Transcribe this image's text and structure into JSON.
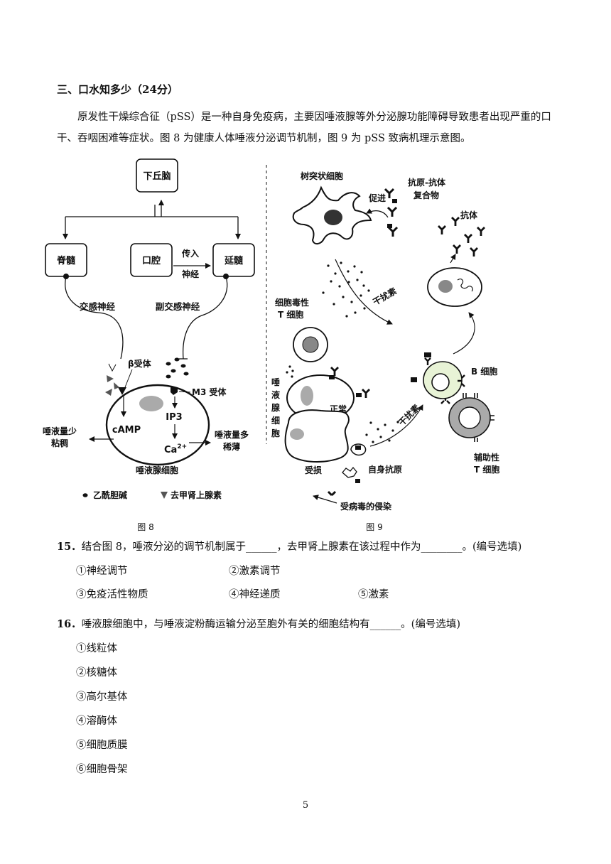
{
  "section": {
    "title": "三、口水知多少（24分）"
  },
  "intro": {
    "text": "原发性干燥综合征（pSS）是一种自身免疫病，主要因唾液腺等外分泌腺功能障碍导致患者出现严重的口干、吞咽困难等症状。图 8 为健康人体唾液分泌调节机制，图 9 为 pSS 致病机理示意图。"
  },
  "fig8": {
    "hypothalamus": "下丘脑",
    "spinal_cord": "脊髓",
    "oral_cavity": "口腔",
    "medulla": "延髓",
    "afferent_line1": "传入",
    "afferent_line2": "神经",
    "sympathetic": "交感神经",
    "parasympathetic": "副交感神经",
    "beta_receptor": "β受体",
    "m3_receptor": "M3 受体",
    "camp": "cAMP",
    "ip3": "IP3",
    "ca": "Ca",
    "ca_sup": "2+",
    "less_line1": "唾液量少",
    "less_line2": "粘稠",
    "more_line1": "唾液量多",
    "more_line2": "稀薄",
    "cell_label": "唾液腺细胞",
    "legend_ach": "乙酰胆碱",
    "legend_ne": "去甲肾上腺素",
    "caption": "图 8"
  },
  "fig9": {
    "dendritic": "树突状细胞",
    "promote": "促进",
    "complex_line1": "抗原-抗体",
    "complex_line2": "复合物",
    "antibody": "抗体",
    "ctl_line1": "细胞毒性",
    "ctl_line2": "T 细胞",
    "interferon1": "干扰素",
    "salivary_vertical": [
      "唾",
      "液",
      "腺",
      "细",
      "胞"
    ],
    "normal": "正常",
    "damaged": "受损",
    "interferon2": "干扰素",
    "b_cell": "B 细胞",
    "th_line1": "辅助性",
    "th_line2": "T 细胞",
    "autoantigen": "自身抗原",
    "virus": "受病毒的侵染",
    "caption": "图 9"
  },
  "q15": {
    "number": "15．",
    "text": "结合图 8，唾液分泌的调节机制属于______，去甲肾上腺素在该过程中作为________。(编号选填)",
    "options": [
      "①神经调节",
      "②激素调节",
      "③免疫活性物质",
      "④神经递质",
      "⑤激素"
    ]
  },
  "q16": {
    "number": "16．",
    "text": "唾液腺细胞中，与唾液淀粉酶运输分泌至胞外有关的细胞结构有______。(编号选填)",
    "options": [
      "①线粒体",
      "②核糖体",
      "③高尔基体",
      "④溶酶体",
      "⑤细胞质膜",
      "⑥细胞骨架"
    ]
  },
  "page": {
    "number": "5"
  }
}
